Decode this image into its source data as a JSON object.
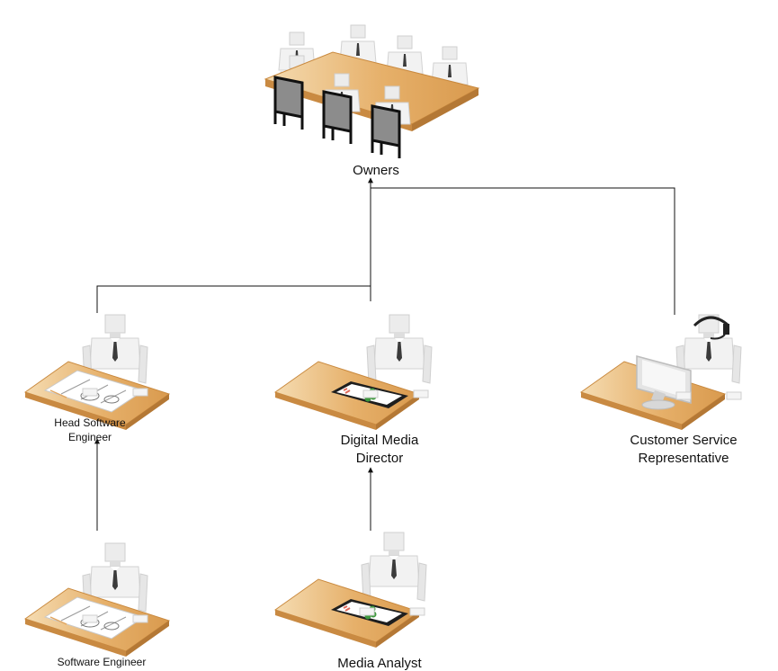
{
  "diagram": {
    "nodes": [
      {
        "id": "owners",
        "label": "Owners",
        "icon": "conference-room-icon"
      },
      {
        "id": "head-software-engineer",
        "label_lines": [
          "Head Software",
          "Engineer"
        ],
        "icon": "engineer-desk-icon"
      },
      {
        "id": "digital-media-director",
        "label_lines": [
          "Digital Media",
          "Director"
        ],
        "icon": "tablet-desk-icon"
      },
      {
        "id": "customer-service-representative",
        "label_lines": [
          "Customer Service",
          "Representative"
        ],
        "icon": "headset-desk-icon"
      },
      {
        "id": "software-engineer",
        "label": "Software Engineer",
        "icon": "engineer-desk-icon"
      },
      {
        "id": "media-analyst",
        "label": "Media Analyst",
        "icon": "tablet-desk-icon"
      }
    ],
    "edges": [
      {
        "from": "head-software-engineer",
        "to": "owners"
      },
      {
        "from": "digital-media-director",
        "to": "owners"
      },
      {
        "from": "customer-service-representative",
        "to": "owners"
      },
      {
        "from": "software-engineer",
        "to": "head-software-engineer"
      },
      {
        "from": "media-analyst",
        "to": "digital-media-director"
      }
    ],
    "colors": {
      "desk": "#e0a45a",
      "desk_light": "#f3d3a3",
      "figure": "#e9e9e9",
      "line": "#111111",
      "chair": "#222222",
      "leaf": "#3f9a3f"
    }
  }
}
